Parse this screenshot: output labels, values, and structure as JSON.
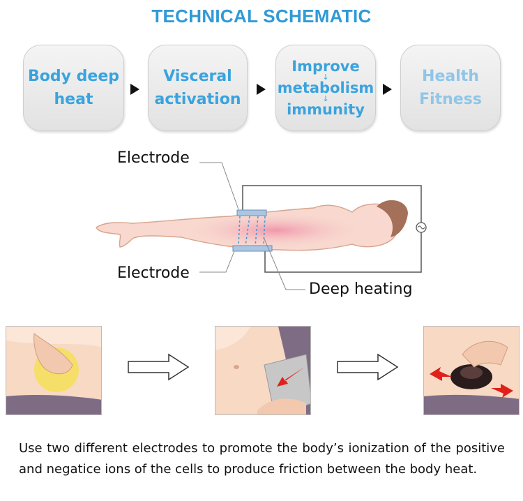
{
  "title": "TECHNICAL SCHEMATIC",
  "steps": [
    {
      "line1": "Body deep",
      "line2": "heat"
    },
    {
      "line1": "Visceral",
      "line2": "activation"
    },
    {
      "line1": "Improve",
      "line2": "metabolism",
      "line3": "immunity",
      "connector": "↓"
    },
    {
      "line1": "Health",
      "line2": "Fitness"
    }
  ],
  "labels": {
    "electrode_top": "Electrode",
    "electrode_bottom": "Electrode",
    "deep_heating": "Deep heating"
  },
  "caption": "Use two different electrodes to promote the body’s ionization of the positive and negatice ions of the cells to produce friction between the body heat.",
  "colors": {
    "title": "#2f9ad6",
    "step_text": "#3aa3de",
    "step_text_pale": "#8fc6e8",
    "arrow_red": "#e0211b",
    "electrode": "#a9c6e3"
  }
}
